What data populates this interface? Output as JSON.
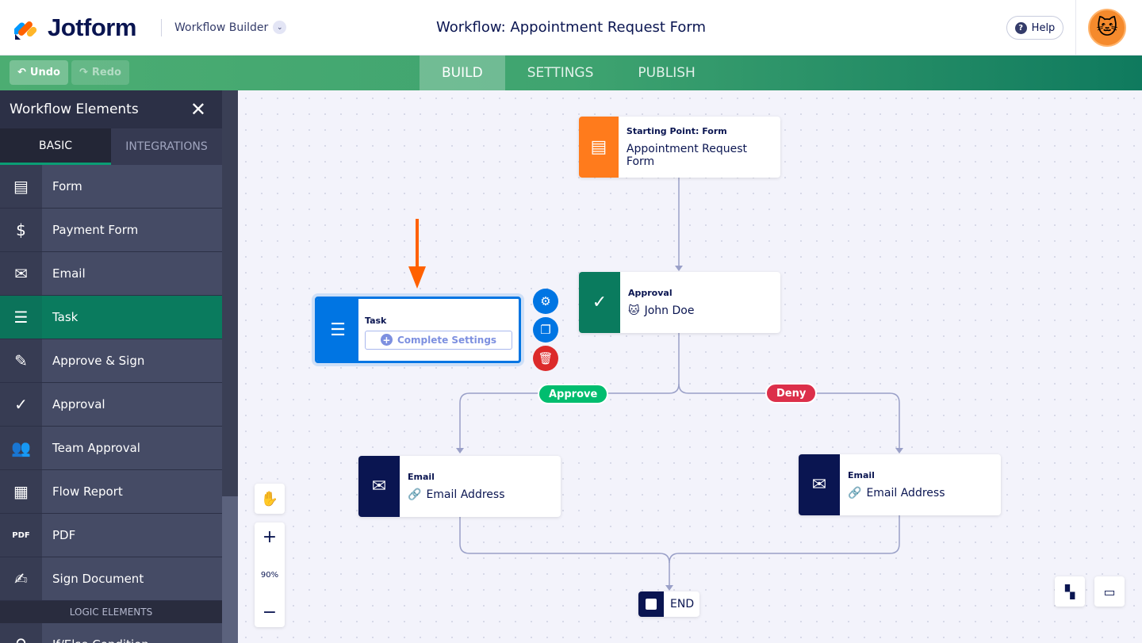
{
  "header": {
    "brand": "Jotform",
    "product": "Workflow Builder",
    "title": "Workflow: Appointment Request Form",
    "help": "Help"
  },
  "toolbar": {
    "undo": "Undo",
    "redo": "Redo",
    "tabs": [
      {
        "label": "BUILD",
        "active": true
      },
      {
        "label": "SETTINGS"
      },
      {
        "label": "PUBLISH"
      }
    ]
  },
  "sidebar": {
    "title": "Workflow Elements",
    "tabs": [
      "BASIC",
      "INTEGRATIONS"
    ],
    "items": [
      {
        "label": "Form",
        "icon": "form-icon",
        "glyph": "▤"
      },
      {
        "label": "Payment Form",
        "icon": "payment-form-icon",
        "glyph": "$"
      },
      {
        "label": "Email",
        "icon": "email-icon",
        "glyph": "✉"
      },
      {
        "label": "Task",
        "icon": "task-icon",
        "glyph": "☰",
        "active": true
      },
      {
        "label": "Approve & Sign",
        "icon": "approve-sign-icon",
        "glyph": "✎"
      },
      {
        "label": "Approval",
        "icon": "approval-icon",
        "glyph": "✓"
      },
      {
        "label": "Team Approval",
        "icon": "team-approval-icon",
        "glyph": "👥"
      },
      {
        "label": "Flow Report",
        "icon": "flow-report-icon",
        "glyph": "▦"
      },
      {
        "label": "PDF",
        "icon": "pdf-icon",
        "glyph": "PDF"
      },
      {
        "label": "Sign Document",
        "icon": "sign-document-icon",
        "glyph": "✍"
      }
    ],
    "logic_header": "LOGIC ELEMENTS",
    "logic_items": [
      {
        "label": "If/Else Condition"
      }
    ]
  },
  "canvas": {
    "start": {
      "title": "Starting Point: Form",
      "subtitle": "Appointment Request Form",
      "color": "#ff7b1c"
    },
    "approval": {
      "title": "Approval",
      "assignee": "John Doe",
      "color": "#0a7b5e"
    },
    "task": {
      "title": "Task",
      "action": "Complete Settings",
      "color": "#0075e3"
    },
    "approve_label": "Approve",
    "deny_label": "Deny",
    "approve_color": "#01bd6f",
    "deny_color": "#dc2f4a",
    "email_left": {
      "title": "Email",
      "subtitle": "Email Address",
      "color": "#0a1551"
    },
    "email_right": {
      "title": "Email",
      "subtitle": "Email Address",
      "color": "#0a1551"
    },
    "end": "END",
    "zoom": "90%"
  }
}
